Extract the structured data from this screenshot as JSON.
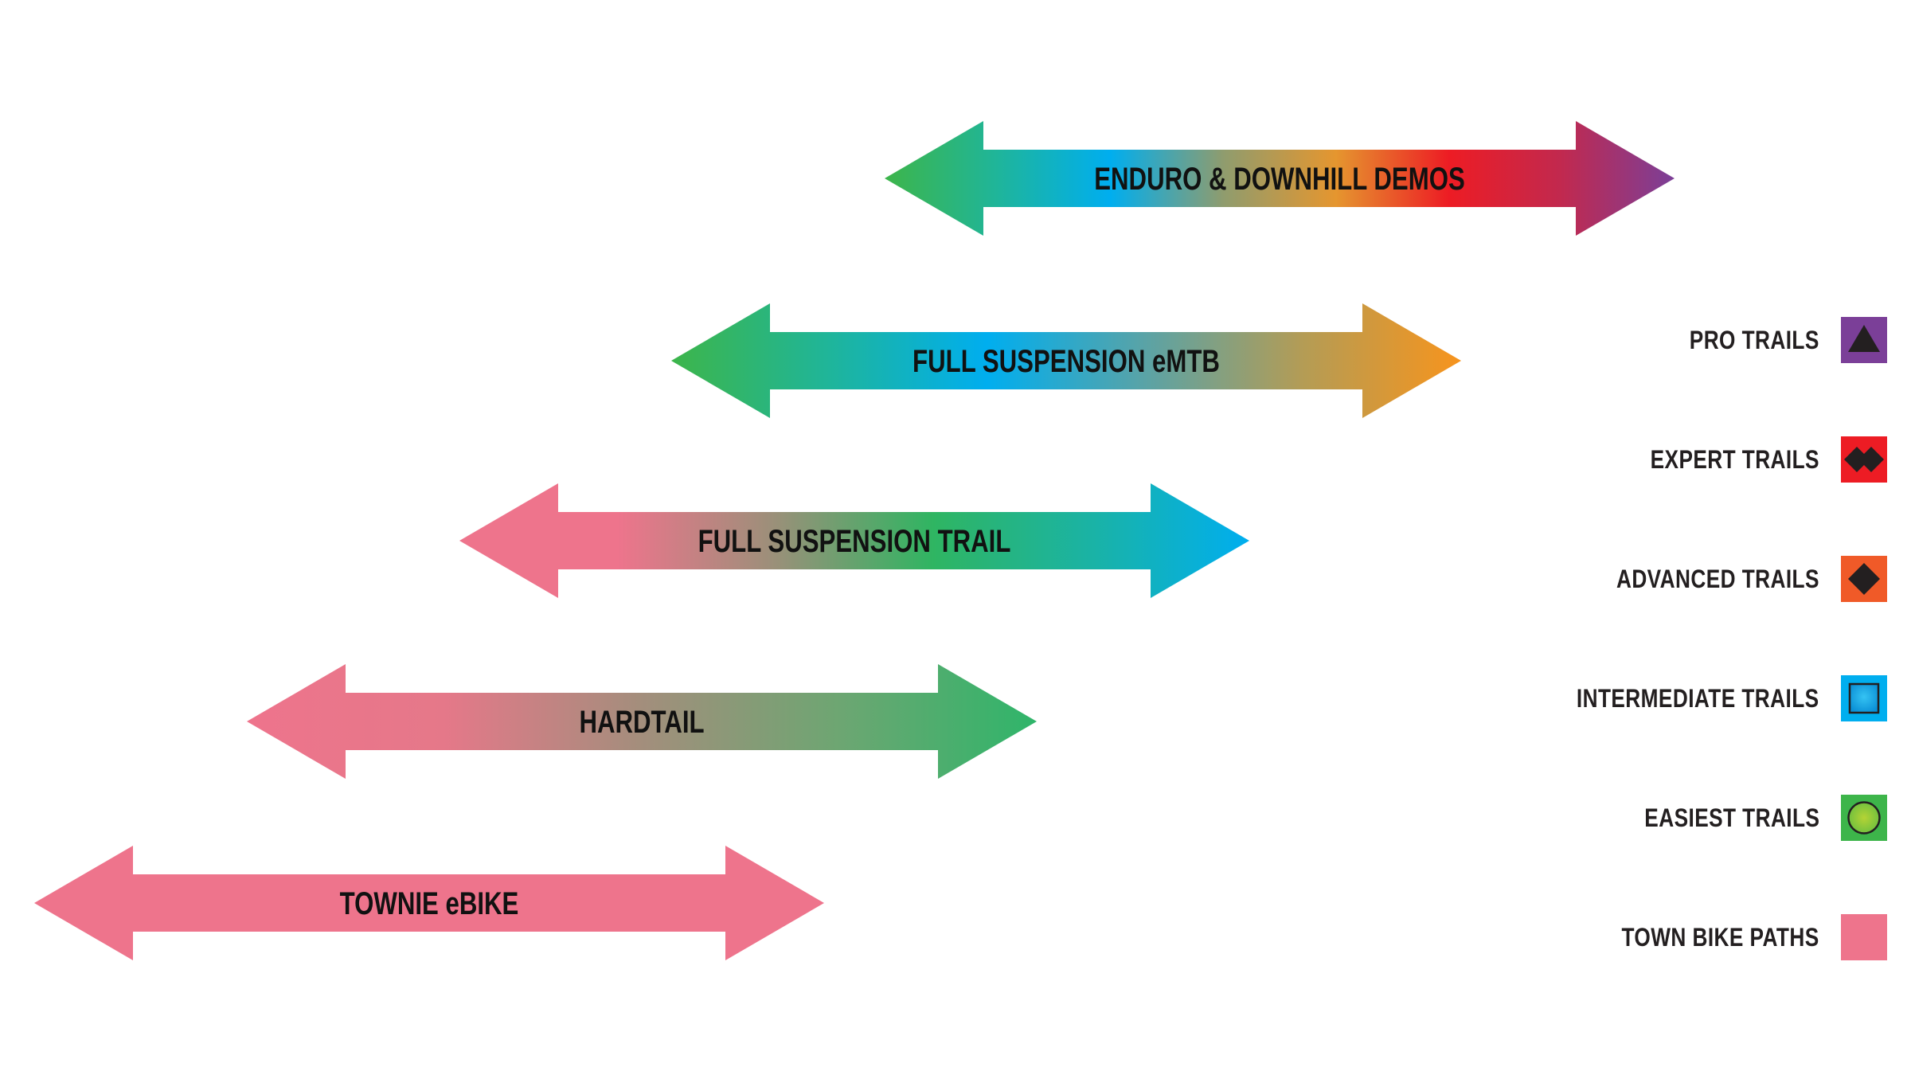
{
  "diagram": {
    "type": "bike-category-to-trail-difficulty-ranges",
    "arrows": [
      {
        "label": "ENDURO & DOWNHILL DEMOS",
        "gradient": [
          "#3db54a",
          "#1fb59a",
          "#00aeef",
          "#8f9c6e",
          "#e5962f",
          "#ed1c24",
          "#c1294f",
          "#7b3f98"
        ],
        "range_from": "EASIEST TRAILS",
        "range_to": "PRO TRAILS"
      },
      {
        "label": "FULL SUSPENSION eMTB",
        "gradient": [
          "#3db54a",
          "#1fb59a",
          "#00aeef",
          "#5aa3a6",
          "#b49c55",
          "#f7941d"
        ],
        "range_from": "EASIEST TRAILS",
        "range_to": "ADVANCED TRAILS"
      },
      {
        "label": "FULL SUSPENSION TRAIL",
        "gradient": [
          "#ee748c",
          "#ee748c",
          "#9a9079",
          "#2fb562",
          "#1ab3a5",
          "#00aeef"
        ],
        "range_from": "TOWN BIKE PATHS",
        "range_to": "INTERMEDIATE TRAILS"
      },
      {
        "label": "HARDTAIL",
        "gradient": [
          "#ee748c",
          "#e57889",
          "#a38e7c",
          "#6da672",
          "#2fb56a"
        ],
        "range_from": "TOWN BIKE PATHS",
        "range_to": "EASIEST TRAILS"
      },
      {
        "label": "TOWNIE eBIKE",
        "gradient": [
          "#ee748c",
          "#ee748c"
        ],
        "range_from": "TOWN BIKE PATHS",
        "range_to": "TOWN BIKE PATHS"
      }
    ]
  },
  "legend": {
    "items": [
      {
        "label": "PRO TRAILS",
        "color": "#7b3f98",
        "icon": "triangle-icon"
      },
      {
        "label": "EXPERT TRAILS",
        "color": "#ed1c24",
        "icon": "double-diamond-icon"
      },
      {
        "label": "ADVANCED TRAILS",
        "color": "#f05a28",
        "icon": "diamond-icon"
      },
      {
        "label": "INTERMEDIATE TRAILS",
        "color": "#00aeef",
        "icon": "square-icon"
      },
      {
        "label": "EASIEST TRAILS",
        "color": "#3db54a",
        "icon": "circle-icon"
      },
      {
        "label": "TOWN BIKE PATHS",
        "color": "#ee748c",
        "icon": "none"
      }
    ]
  }
}
